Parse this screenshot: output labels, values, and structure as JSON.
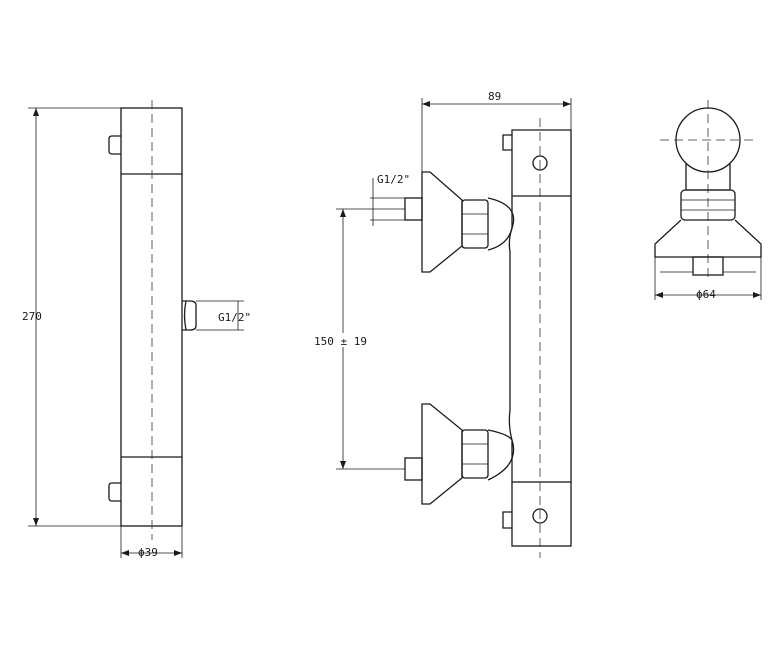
{
  "dimensions": {
    "overall_height": "270",
    "inlet_thread_side": "G1/2\"",
    "body_diameter": "ϕ39",
    "projection": "89",
    "inlet_thread_front": "G1/2\"",
    "center_distance": "150 ± 19",
    "flange_diameter": "ϕ64"
  }
}
